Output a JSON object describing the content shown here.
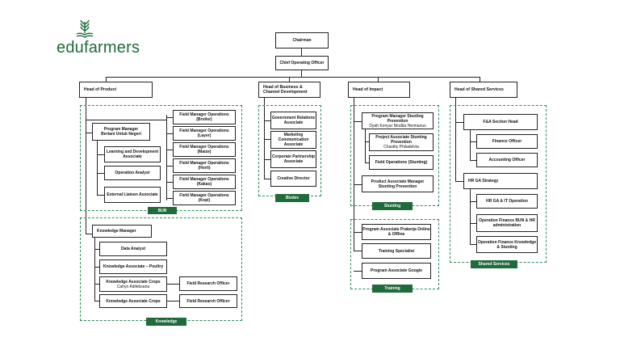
{
  "logo": {
    "text": "edufarmers",
    "icon": "wheat-book-icon",
    "color": "#1f6b3a"
  },
  "accent": "#2e8b57",
  "top": {
    "chairman": "Chairman",
    "coo": "Chief Operating Officer"
  },
  "heads": {
    "product": "Head of Product",
    "bizdev": "Head of Business & Channel Development",
    "impact": "Head of Impact",
    "shared": "Head of Shared Services"
  },
  "bun": {
    "tag": "BUN",
    "pm_title": "Program Manager",
    "pm_sub": "Bertani Untuk Negeri",
    "lda": "Learning and Development Associate",
    "oa": "Operation Analyst",
    "ela": "External Liaison Associate",
    "fmo": [
      "Field Manager Operations (Broiler)",
      "Field Manager Operations (Layer)",
      "Field Manager Operations (Maize)",
      "Field Manager Operations (Horti)",
      "Field Manager Operations (Kakao)",
      "Field Manager Operations (Kopi)"
    ]
  },
  "knowledge": {
    "tag": "Knowledge",
    "km": "Knowledge Manager",
    "da": "Data Analyst",
    "kap": "Knowledge Associate – Poultry",
    "kac1_title": "Knowledge Associate Crops",
    "kac1_sub": "Cahyo Adilebsana",
    "kac2": "Knowledge Associate Crops",
    "fro1": "Field Research Officer",
    "fro2": "Field Research Officer"
  },
  "bizdev": {
    "tag": "Bizdev",
    "items": [
      "Government Relations Associate",
      "Marketing Communication Associate",
      "Corporate Partnership Associate",
      "Creative Director"
    ]
  },
  "stunting": {
    "tag": "Stunting",
    "pm_title": "Program Manager Stunting Prevention",
    "pm_sub": "Dyah Kenyar Nindita Hermanus",
    "pa_title": "Project Associate Stunting Prevention",
    "pa_sub": "Chastity Philadelvia",
    "fo": "Field Operations (Stunting)",
    "pam": "Product Associate Manager Stunting Prevention"
  },
  "training": {
    "tag": "Training",
    "items": [
      "Program Associate Prakerja Online & Offline",
      "Training Specialist",
      "Program Associate Google"
    ]
  },
  "shared": {
    "tag": "Shared Services",
    "fa": "F&A Section Head",
    "fo": "Finance Officer",
    "ao": "Accounting Officer",
    "hr": "HR GA Strategy",
    "hrit": "HR GA & IT Operation",
    "ofb": "Operation Finance BUN & HR administration",
    "ofk": "Operation Finance Knowledge & Stunting"
  }
}
